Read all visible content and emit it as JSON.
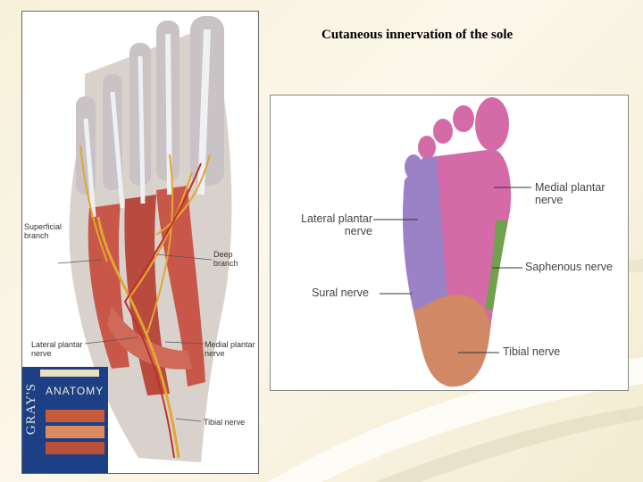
{
  "slide": {
    "title": "Cutaneous innervation of the sole"
  },
  "left_figure": {
    "labels": {
      "superficial_branch": "Superficial branch",
      "deep_branch": "Deep branch",
      "lateral_plantar_nerve": "Lateral plantar nerve",
      "medial_plantar_nerve": "Medial plantar nerve",
      "tibial_nerve": "Tibial nerve"
    },
    "book_title": "ANATOMY",
    "book_spine": "GRAY'S"
  },
  "right_figure": {
    "labels": {
      "medial_plantar_nerve": "Medial plantar nerve",
      "lateral_plantar_nerve": "Lateral plantar nerve",
      "saphenous_nerve": "Saphenous nerve",
      "sural_nerve": "Sural nerve",
      "tibial_nerve": "Tibial nerve"
    },
    "region_colors": {
      "medial_plantar": "#d46aa8",
      "lateral_plantar": "#9b82c6",
      "saphenous": "#6fa24a",
      "sural": "#7fa8dc",
      "tibial": "#d08865"
    }
  }
}
